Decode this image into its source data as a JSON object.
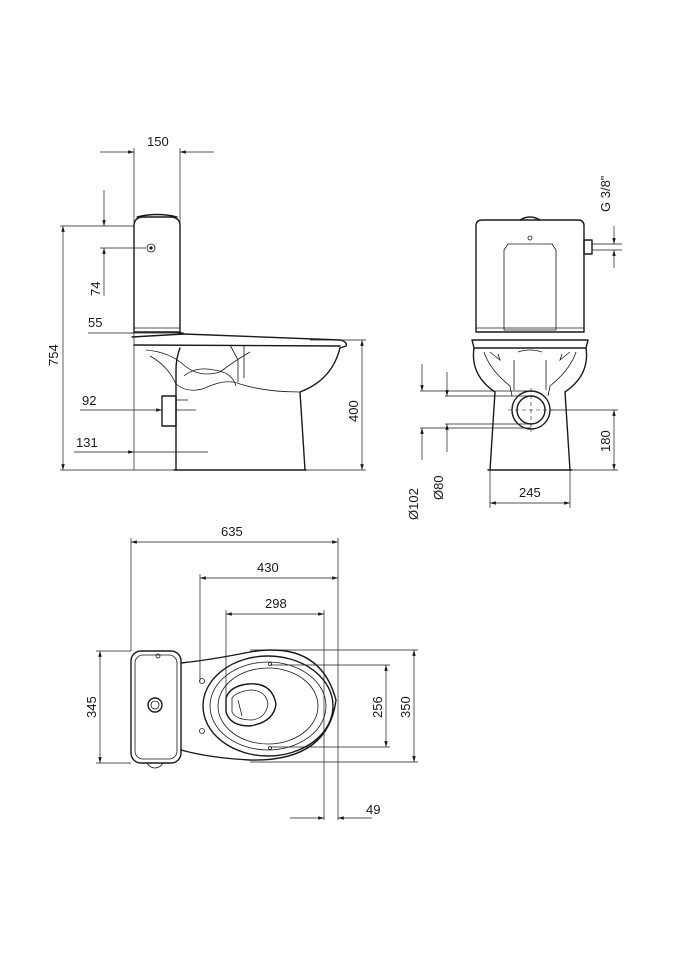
{
  "dimensions": {
    "side_top_width": "150",
    "side_tank_height": "74",
    "side_seat_offset": "55",
    "side_total_height": "754",
    "side_outlet_height": "92",
    "side_outlet_depth": "131",
    "side_bowl_height": "400",
    "front_inlet_thread": "G 3/8\"",
    "front_outlet_height": "180",
    "front_foot_width": "245",
    "front_outlet_outer": "Ø102",
    "front_outlet_inner": "Ø80",
    "top_total_length": "635",
    "top_fix_length": "430",
    "top_bowl_length": "298",
    "top_tank_width": "345",
    "top_bowl_width": "256",
    "top_total_width": "350",
    "top_rim_offset": "49"
  }
}
